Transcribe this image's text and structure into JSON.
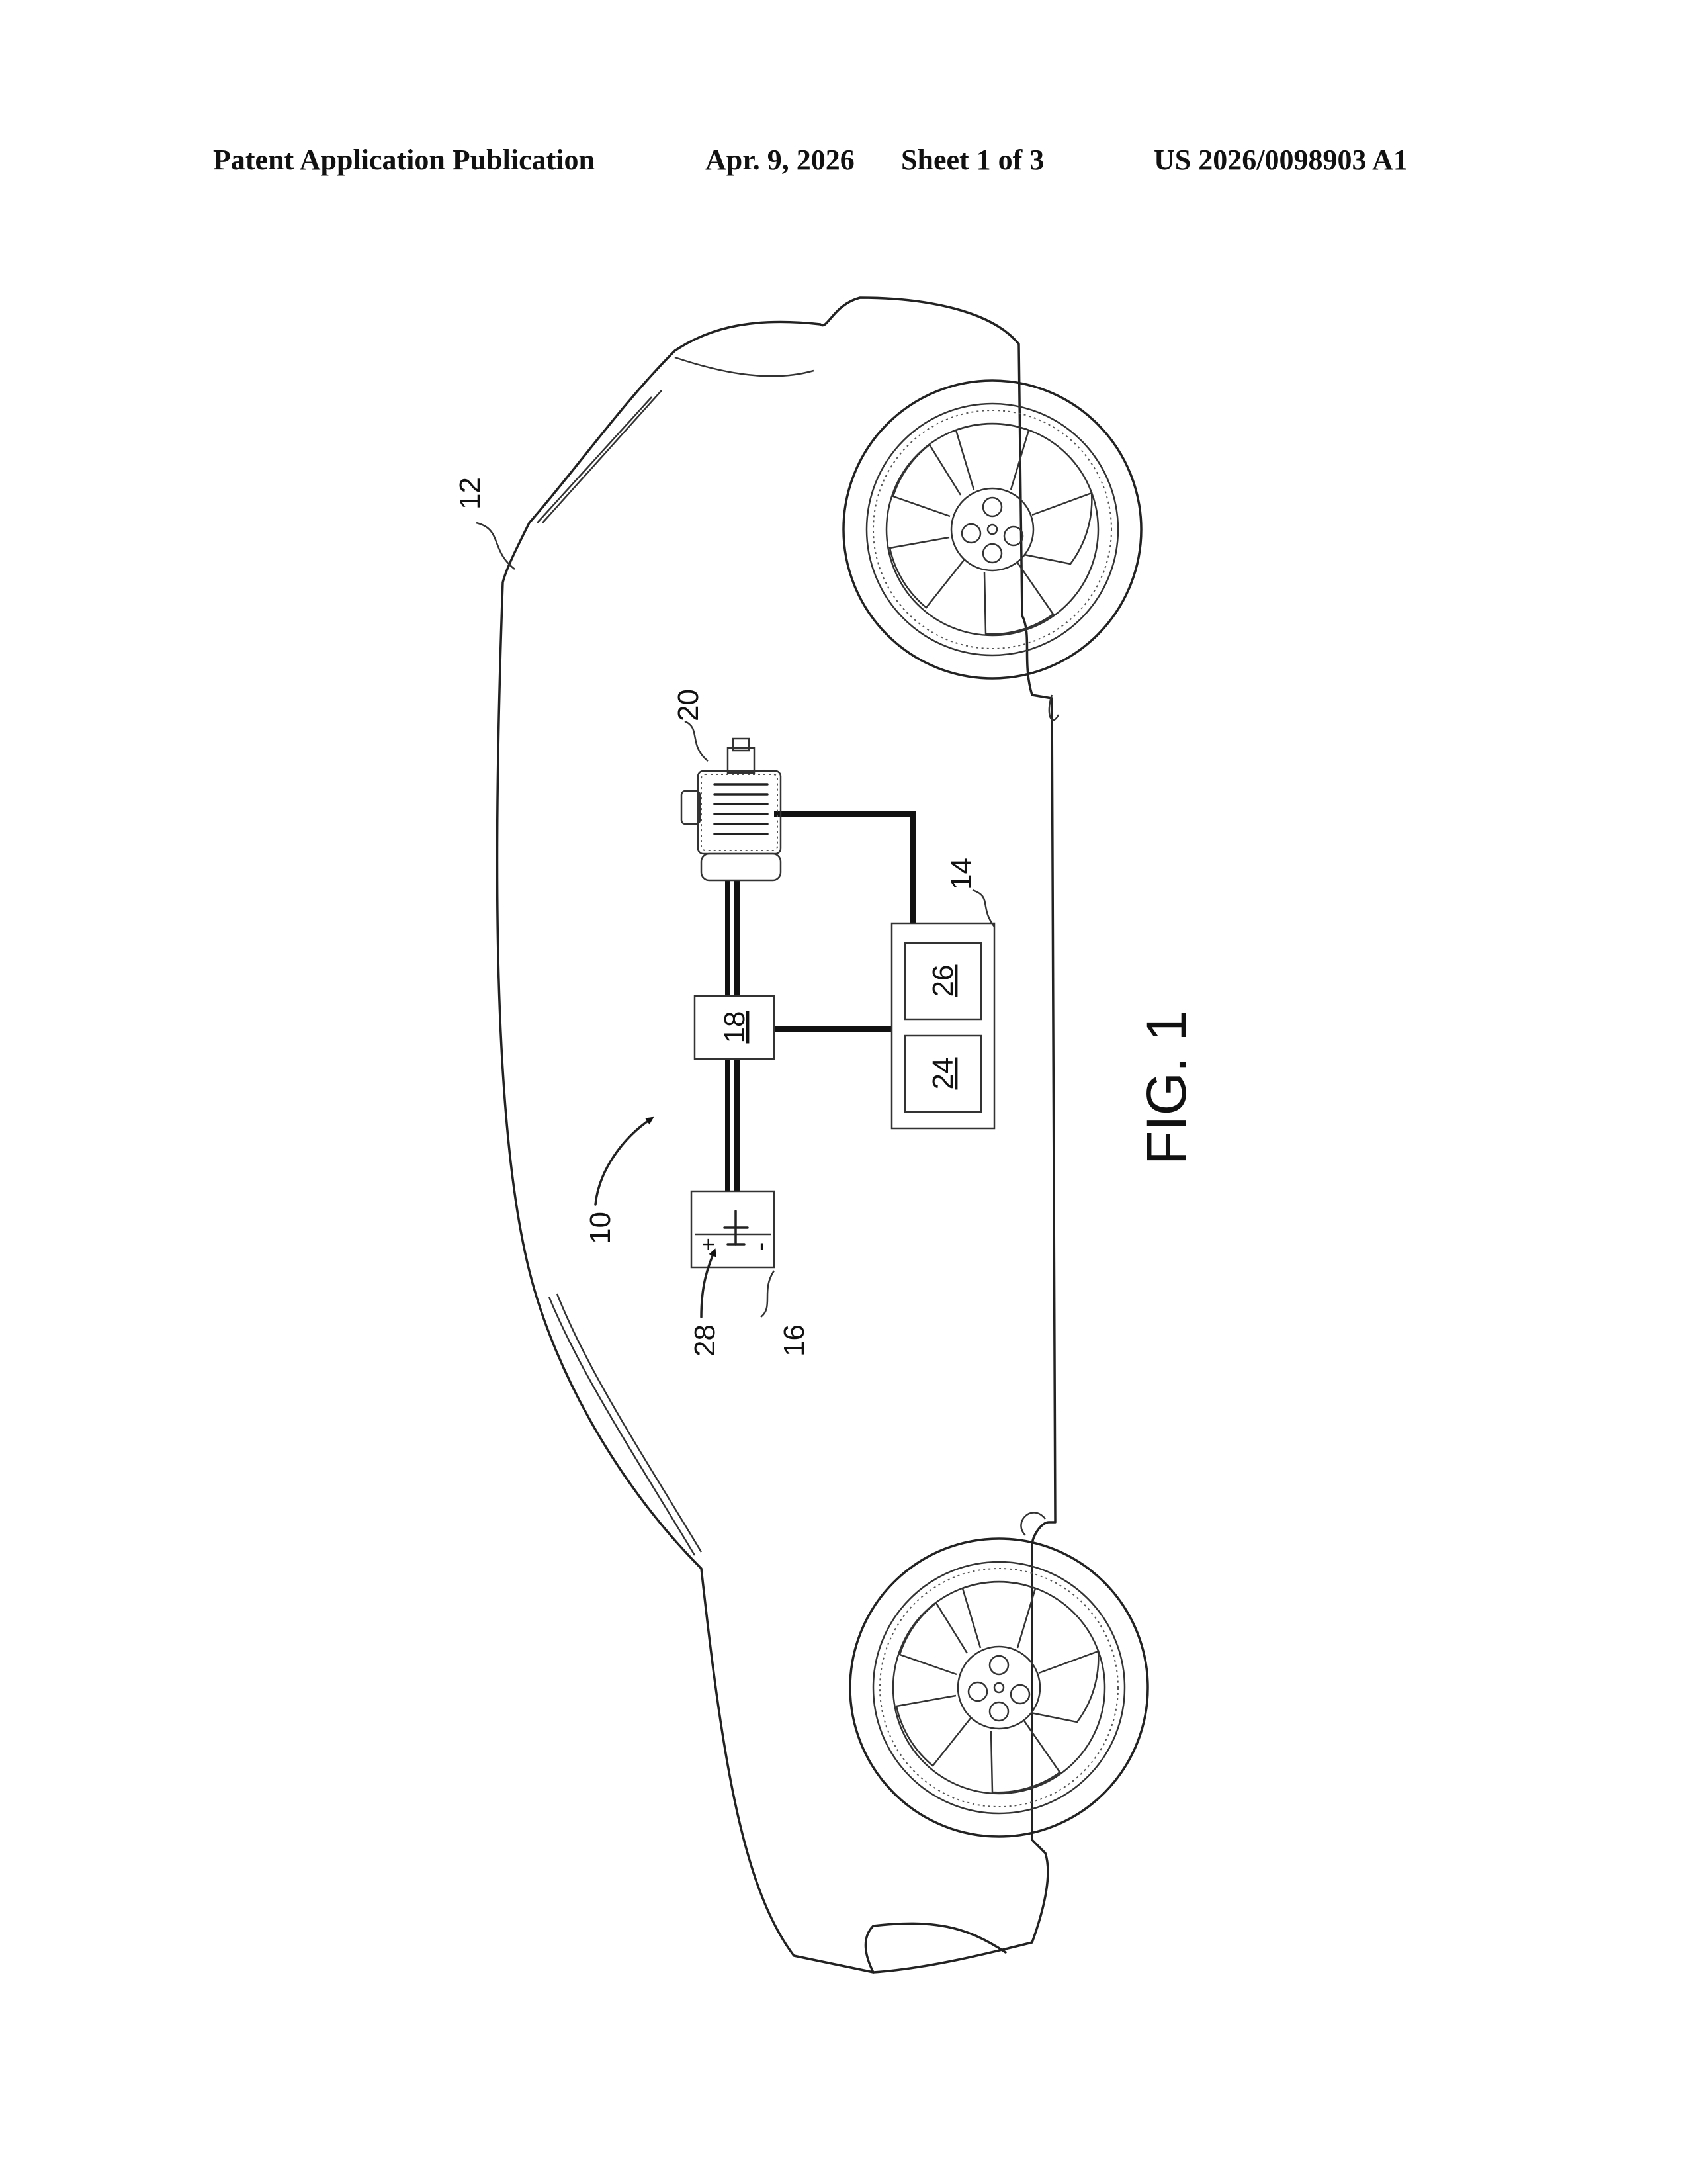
{
  "header": {
    "publication": "Patent Application Publication",
    "date": "Apr. 9, 2026",
    "sheet": "Sheet 1 of 3",
    "number": "US 2026/0098903 A1"
  },
  "figure": {
    "caption": "FIG. 1",
    "refs": {
      "system": "10",
      "vehicle": "12",
      "controller": "14",
      "battery": "16",
      "converter": "18",
      "motor": "20",
      "processor": "24",
      "memory": "26",
      "terminal": "28"
    },
    "battery_signs": {
      "plus": "+",
      "minus": "-"
    }
  }
}
